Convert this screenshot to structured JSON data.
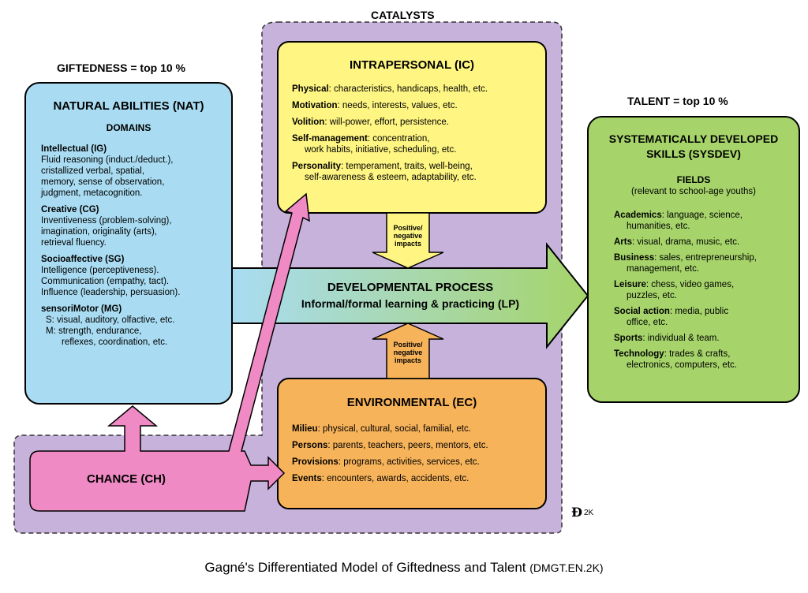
{
  "headers": {
    "catalysts": "CATALYSTS",
    "giftedness": "GIFTEDNESS = top 10 %",
    "talent": "TALENT = top 10 %"
  },
  "nat": {
    "title": "NATURAL ABILITIES (NAT)",
    "subtitle": "DOMAINS",
    "domains": [
      {
        "name": "Intellectual (IG)",
        "lines": [
          "Fluid reasoning (induct./deduct.),",
          "cristallized verbal, spatial,",
          "memory, sense of observation,",
          "judgment, metacognition."
        ]
      },
      {
        "name": "Creative (CG)",
        "lines": [
          "Inventiveness (problem-solving),",
          "imagination, originality (arts),",
          "retrieval fluency."
        ]
      },
      {
        "name": "Socioaffective (SG)",
        "lines": [
          "Intelligence (perceptiveness).",
          "Communication (empathy, tact).",
          "Influence (leadership, persuasion)."
        ]
      },
      {
        "name": "sensoriMotor (MG)",
        "lines": [
          "S: visual, auditory, olfactive, etc.",
          "M: strength, endurance,",
          "reflexes, coordination, etc."
        ]
      }
    ]
  },
  "ic": {
    "title": "INTRAPERSONAL (IC)",
    "items": [
      {
        "label": "Physical",
        "text": ": characteristics, handicaps, health, etc.",
        "cont": ""
      },
      {
        "label": "Motivation",
        "text": ": needs, interests, values, etc.",
        "cont": ""
      },
      {
        "label": "Volition",
        "text": ": will-power, effort, persistence.",
        "cont": ""
      },
      {
        "label": "Self-management",
        "text": ": concentration,",
        "cont": "work habits, initiative, scheduling, etc."
      },
      {
        "label": "Personality",
        "text": ": temperament, traits, well-being,",
        "cont": "self-awareness & esteem, adaptability, etc."
      }
    ]
  },
  "impacts": {
    "upper": "Positive/ negative impacts",
    "lower": "Positive/ negative impacts"
  },
  "process": {
    "title": "DEVELOPMENTAL PROCESS",
    "subtitle": "Informal/formal learning & practicing (LP)"
  },
  "ec": {
    "title": "ENVIRONMENTAL (EC)",
    "items": [
      {
        "label": "Milieu",
        "text": ": physical, cultural, social, familial, etc."
      },
      {
        "label": "Persons",
        "text": ": parents, teachers, peers, mentors, etc."
      },
      {
        "label": "Provisions",
        "text": ": programs, activities, services, etc."
      },
      {
        "label": "Events",
        "text": ": encounters, awards, accidents, etc."
      }
    ]
  },
  "chance": {
    "label": "CHANCE (CH)"
  },
  "sysdev": {
    "title_line1": "SYSTEMATICALLY DEVELOPED",
    "title_line2": "SKILLS (SYSDEV)",
    "subtitle": "FIELDS",
    "subtitle2": "(relevant to school-age youths)",
    "fields": [
      {
        "label": "Academics",
        "text": ": language, science,",
        "cont": "humanities, etc."
      },
      {
        "label": "Arts",
        "text": ": visual, drama, music, etc.",
        "cont": ""
      },
      {
        "label": "Business",
        "text": ": sales, entrepreneurship,",
        "cont": "management, etc."
      },
      {
        "label": "Leisure",
        "text": ": chess, video games,",
        "cont": "puzzles, etc."
      },
      {
        "label": "Social action",
        "text": ": media, public",
        "cont": "office, etc."
      },
      {
        "label": "Sports",
        "text": ": individual & team.",
        "cont": ""
      },
      {
        "label": "Technology",
        "text": ": trades & crafts,",
        "cont": "electronics, computers, etc."
      }
    ]
  },
  "signature": "2K",
  "caption": {
    "main": "Gagné's Differentiated Model of Giftedness and Talent",
    "code": "(DMGT.EN.2K)"
  },
  "colors": {
    "purple": "#c7b2dc",
    "blue": "#a9dcf2",
    "yellow": "#fef582",
    "orange": "#f7b35a",
    "green": "#a6d46a",
    "pink": "#f08ac4"
  }
}
